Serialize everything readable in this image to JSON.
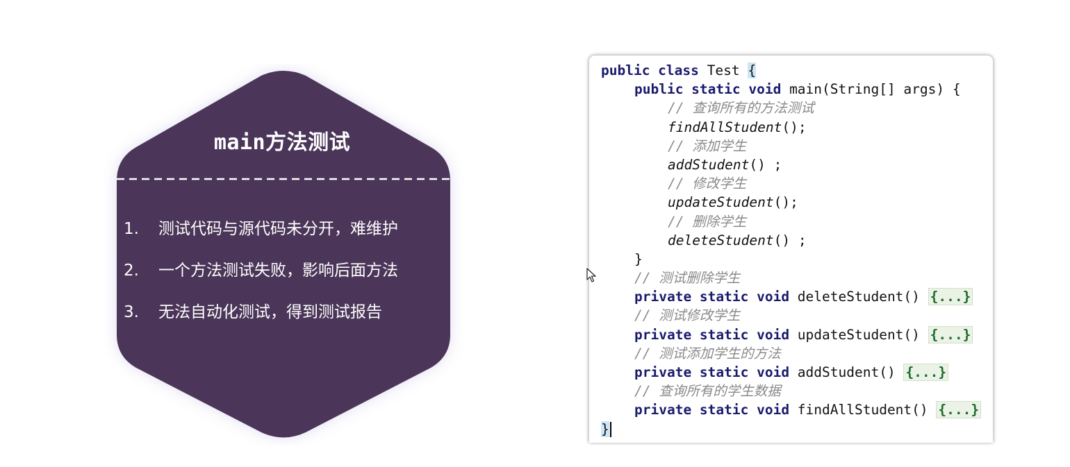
{
  "card": {
    "title": "main方法测试",
    "items": [
      {
        "num": "1.",
        "text": "测试代码与源代码未分开，难维护"
      },
      {
        "num": "2.",
        "text": "一个方法测试失败，影响后面方法"
      },
      {
        "num": "3.",
        "text": "无法自动化测试，得到测试报告"
      }
    ],
    "colors": {
      "fill": "#4b3659",
      "divider": "#ffffff"
    }
  },
  "code": {
    "l1": {
      "kw": "public class",
      "name": " Test ",
      "brace": "{"
    },
    "l2": {
      "kw": "public static void",
      "rest": " main(String[] args) {"
    },
    "l3": "// 查询所有的方法测试",
    "l4": {
      "call": "findAllStudent",
      "rest": "();"
    },
    "l5": "// 添加学生",
    "l6": {
      "call": "addStudent",
      "rest": "() ;"
    },
    "l7": "// 修改学生",
    "l8": {
      "call": "updateStudent",
      "rest": "();"
    },
    "l9": "// 删除学生",
    "l10": {
      "call": "deleteStudent",
      "rest": "() ;"
    },
    "l11": "}",
    "l12": "// 测试删除学生",
    "l13": {
      "kw": "private static void",
      "rest": " deleteStudent() ",
      "fold": "{...}"
    },
    "l14": "// 测试修改学生",
    "l15": {
      "kw": "private static void",
      "rest": " updateStudent() ",
      "fold": "{...}"
    },
    "l16": "// 测试添加学生的方法",
    "l17": {
      "kw": "private static void",
      "rest": " addStudent() ",
      "fold": "{...}"
    },
    "l18": "// 查询所有的学生数据",
    "l19": {
      "kw": "private static void",
      "rest": " findAllStudent() ",
      "fold": "{...}"
    },
    "l20": "}"
  },
  "icons": {
    "cursor": "mouse-pointer-icon"
  }
}
